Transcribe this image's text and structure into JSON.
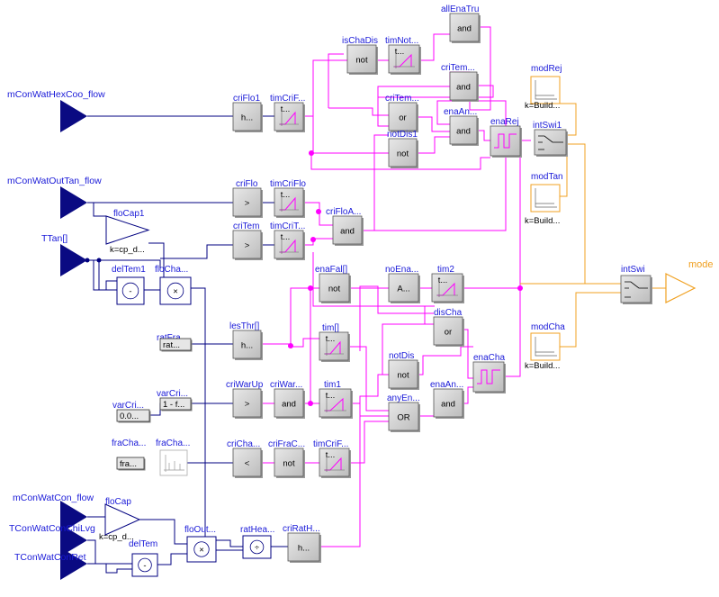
{
  "inputs": {
    "in1": "mConWatHexCoo_flow",
    "in2": "mConWatOutTan_flow",
    "in3": "TTan[]",
    "in4": "mConWatCon_flow",
    "in5": "TConWatConChiLvg",
    "in6": "TConWatConRet"
  },
  "output": {
    "mode": "mode"
  },
  "blocks": [
    {
      "id": "criFlo1",
      "label": "criFlo1",
      "text": "h..."
    },
    {
      "id": "timCriF1",
      "label": "timCriF...",
      "text": "t..."
    },
    {
      "id": "criFlo",
      "label": "criFlo",
      "text": ">"
    },
    {
      "id": "timCriFlo",
      "label": "timCriFlo",
      "text": "t..."
    },
    {
      "id": "criTem",
      "label": "criTem",
      "text": ">"
    },
    {
      "id": "timCriT",
      "label": "timCriT...",
      "text": "t..."
    },
    {
      "id": "floCap1",
      "label": "floCap1",
      "text": ""
    },
    {
      "id": "floCap1k",
      "label": "",
      "text": "k=cp_d..."
    },
    {
      "id": "delTem1",
      "label": "delTem1",
      "text": "-"
    },
    {
      "id": "floCha",
      "label": "floCha...",
      "text": "×"
    },
    {
      "id": "ratFra",
      "label": "ratFra...",
      "text": "rat..."
    },
    {
      "id": "lesThr",
      "label": "lesThr[]",
      "text": "h..."
    },
    {
      "id": "varCri1",
      "label": "varCri...",
      "text": "0.0..."
    },
    {
      "id": "varCri2",
      "label": "varCri...",
      "text": "1 - f..."
    },
    {
      "id": "criWarUp",
      "label": "criWarUp",
      "text": ">"
    },
    {
      "id": "criWar",
      "label": "criWar...",
      "text": "and"
    },
    {
      "id": "fraCha1",
      "label": "fraCha...",
      "text": "fra..."
    },
    {
      "id": "fraCha2",
      "label": "fraCha...",
      "text": ""
    },
    {
      "id": "criCha",
      "label": "criCha...",
      "text": "<"
    },
    {
      "id": "criFraC",
      "label": "criFraC...",
      "text": "not"
    },
    {
      "id": "timCriF2",
      "label": "timCriF...",
      "text": "t..."
    },
    {
      "id": "isChaDis",
      "label": "isChaDis",
      "text": "not"
    },
    {
      "id": "timNot",
      "label": "timNot...",
      "text": "t..."
    },
    {
      "id": "allEnaTru",
      "label": "allEnaTru",
      "text": "and"
    },
    {
      "id": "criTem2",
      "label": "criTem...",
      "text": "and"
    },
    {
      "id": "criTem3",
      "label": "criTem...",
      "text": "or"
    },
    {
      "id": "enaAn1",
      "label": "enaAn...",
      "text": "and"
    },
    {
      "id": "notDis1",
      "label": "notDis1",
      "text": "not"
    },
    {
      "id": "enaRej",
      "label": "enaRej",
      "text": ""
    },
    {
      "id": "criFloA",
      "label": "criFloA...",
      "text": "and"
    },
    {
      "id": "modRej",
      "label": "modRej",
      "text": ""
    },
    {
      "id": "modRejK",
      "label": "",
      "text": "k=Build..."
    },
    {
      "id": "intSwi1",
      "label": "intSwi1",
      "text": ""
    },
    {
      "id": "modTan",
      "label": "modTan",
      "text": ""
    },
    {
      "id": "modTanK",
      "label": "",
      "text": "k=Build..."
    },
    {
      "id": "enaFal",
      "label": "enaFal[]",
      "text": "not"
    },
    {
      "id": "noEna",
      "label": "noEna...",
      "text": "A..."
    },
    {
      "id": "tim2",
      "label": "tim2",
      "text": "t..."
    },
    {
      "id": "timArr",
      "label": "tim[]",
      "text": "t..."
    },
    {
      "id": "disCha",
      "label": "disCha",
      "text": "or"
    },
    {
      "id": "tim1",
      "label": "tim1",
      "text": "t..."
    },
    {
      "id": "notDis",
      "label": "notDis",
      "text": "not"
    },
    {
      "id": "enaCha",
      "label": "enaCha",
      "text": ""
    },
    {
      "id": "anyEn",
      "label": "anyEn...",
      "text": "OR"
    },
    {
      "id": "enaAn2",
      "label": "enaAn...",
      "text": "and"
    },
    {
      "id": "intSwi",
      "label": "intSwi",
      "text": ""
    },
    {
      "id": "modCha",
      "label": "modCha",
      "text": ""
    },
    {
      "id": "modChaK",
      "label": "",
      "text": "k=Build..."
    },
    {
      "id": "floCap",
      "label": "floCap",
      "text": ""
    },
    {
      "id": "floCapK",
      "label": "",
      "text": "k=cp_d..."
    },
    {
      "id": "delTem",
      "label": "delTem",
      "text": "-"
    },
    {
      "id": "floOut",
      "label": "floOut...",
      "text": "×"
    },
    {
      "id": "ratHea",
      "label": "ratHea...",
      "text": "÷"
    },
    {
      "id": "criRatH",
      "label": "criRatH...",
      "text": "h..."
    }
  ],
  "colors": {
    "input": "#0a0a82",
    "wire_real": "#000080",
    "wire_bool": "#ff00ff",
    "wire_int": "#f0a020",
    "label": "#1a1ad8"
  }
}
